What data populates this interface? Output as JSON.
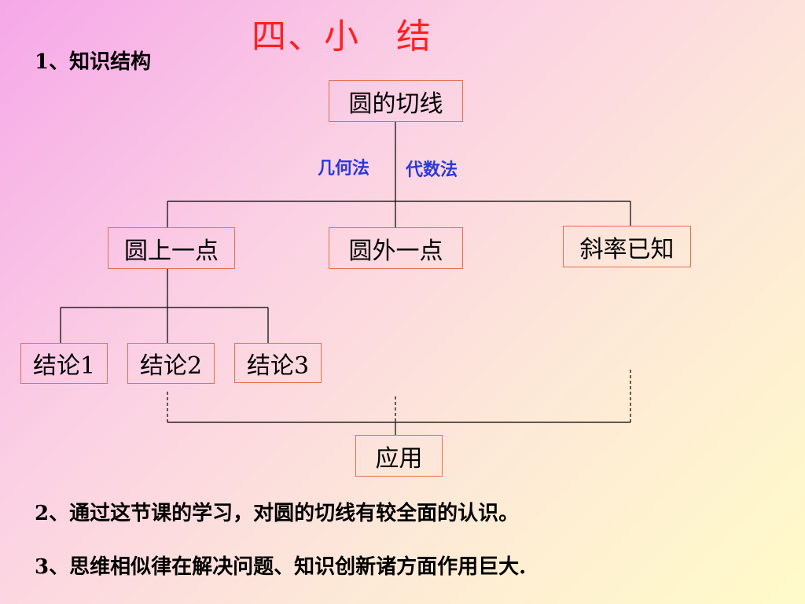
{
  "title": "四、小　结",
  "section1": {
    "heading": "1、知识结构"
  },
  "diagram": {
    "root": "圆的切线",
    "method_left": "几何法",
    "method_right": "代数法",
    "level2": [
      "圆上一点",
      "圆外一点",
      "斜率已知"
    ],
    "conclusions": [
      "结论1",
      "结论2",
      "结论3"
    ],
    "application": "应用"
  },
  "notes": [
    "2、通过这节课的学习，对圆的切线有较全面的认识。",
    "3、思维相似律在解决问题、知识创新诸方面作用巨大."
  ],
  "colors": {
    "title": "#ff2020",
    "method_text": "#2a3ad8",
    "box_border": "#e07050"
  }
}
